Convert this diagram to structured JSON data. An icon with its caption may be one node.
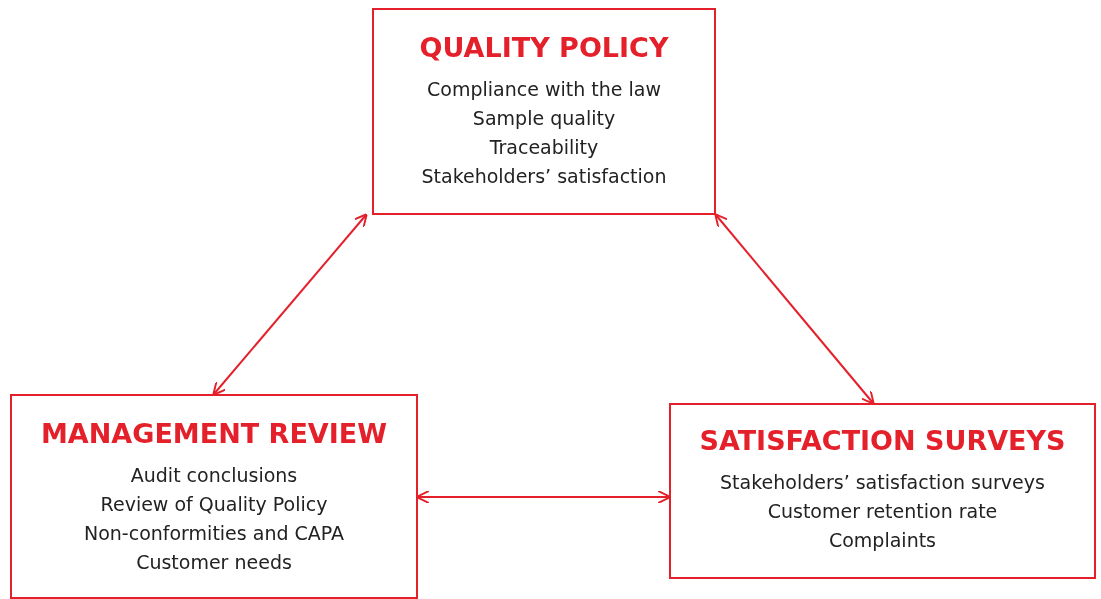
{
  "diagram": {
    "nodes": [
      {
        "text": [
          "QUALITY POLICY",
          "Compliance with the law",
          "Sample quality",
          "Traceability",
          "Stakeholders’ satisfaction"
        ]
      },
      {
        "text": [
          "MANAGEMENT REVIEW",
          "Audit conclusions",
          "Review of Quality Policy",
          "Non-conformities and CAPA",
          "Customer needs"
        ]
      },
      {
        "text": [
          "SATISFACTION SURVEYS",
          "Stakeholders’ satisfaction surveys",
          "Customer retention rate",
          "Complaints"
        ]
      }
    ],
    "edges": [
      {
        "from": 0,
        "to": 1,
        "arrow": "both"
      },
      {
        "from": 0,
        "to": 2,
        "arrow": "both"
      },
      {
        "from": 1,
        "to": 2,
        "arrow": "both"
      }
    ]
  }
}
